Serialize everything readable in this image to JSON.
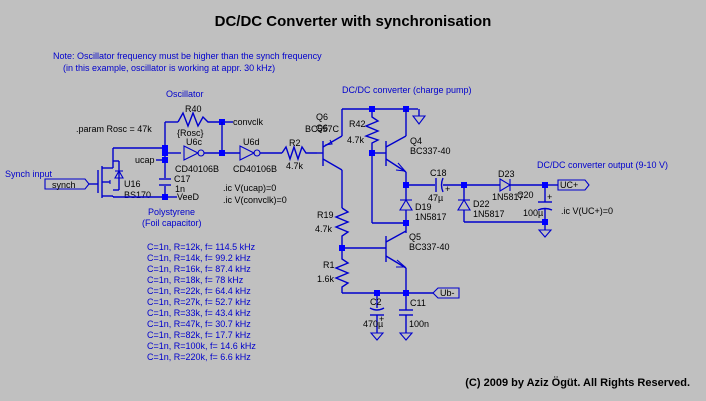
{
  "title": "DC/DC Converter with synchronisation",
  "note": {
    "line1": "Note: Oscillator frequency must be higher than the synch frequency",
    "line2": "(in this example, oscillator is working at appr. 30 kHz)"
  },
  "sections": {
    "oscillator": "Oscillator",
    "charge_pump": "DC/DC converter (charge pump)",
    "output": "DC/DC converter output (9-10 V)",
    "polystyrene": "Polystyrene",
    "foil": "(Foil capacitor)",
    "synch_input": "Synch input"
  },
  "directives": {
    "param": ".param Rosc = 47k",
    "ic_ucap": ".ic V(ucap)=0",
    "ic_convclk": ".ic V(convclk)=0",
    "ic_uc": ".ic V(UC+)=0"
  },
  "nets": {
    "synch": "synch",
    "convclk": "convclk",
    "ucap": "ucap",
    "veed": "VeeD",
    "ucplus": "UC+",
    "ubminus": "Ub-"
  },
  "components": {
    "R40": {
      "name": "R40",
      "value": "{Rosc}"
    },
    "U6c": {
      "name": "U6c",
      "value": "CD40106B"
    },
    "U6d": {
      "name": "U6d",
      "value": "CD40106B"
    },
    "R2": {
      "name": "R2",
      "value": "4.7k"
    },
    "U16": {
      "name": "U16",
      "value": "BS170"
    },
    "C17": {
      "name": "C17",
      "value": "1n"
    },
    "Q6": {
      "name": "Q6",
      "value": "BC557C"
    },
    "R42": {
      "name": "R42",
      "value": "4.7k"
    },
    "Q4": {
      "name": "Q4",
      "value": "BC337-40"
    },
    "C18": {
      "name": "C18",
      "value": "47µ"
    },
    "D23": {
      "name": "D23",
      "value": "1N5817"
    },
    "D19": {
      "name": "D19",
      "value": "1N5817"
    },
    "D22": {
      "name": "D22",
      "value": "1N5817"
    },
    "C20": {
      "name": "C20",
      "value": "100µ"
    },
    "R19": {
      "name": "R19",
      "value": "4.7k"
    },
    "Q5": {
      "name": "Q5",
      "value": "BC337-40"
    },
    "R1": {
      "name": "R1",
      "value": "1.6k"
    },
    "C2": {
      "name": "C2",
      "value": "470µ"
    },
    "C11": {
      "name": "C11",
      "value": "100n"
    }
  },
  "freq_table": [
    "C=1n,  R=12k,  f=  114.5 kHz",
    "C=1n,  R=14k,  f=  99.2 kHz",
    "C=1n,  R=16k,  f=  87.4 kHz",
    "C=1n,  R=18k,  f=  78 kHz",
    "C=1n,  R=22k,  f=  64.4 kHz",
    "C=1n,  R=27k,  f=  52.7 kHz",
    "C=1n,  R=33k,  f=  43.4 kHz",
    "C=1n,  R=47k,  f=  30.7 kHz",
    "C=1n,  R=82k,  f=  17.7 kHz",
    "C=1n,  R=100k,  f=  14.6 kHz",
    "C=1n,  R=220k,  f=  6.6 kHz"
  ],
  "copyright": "(C) 2009 by Aziz Ögüt. All Rights Reserved."
}
